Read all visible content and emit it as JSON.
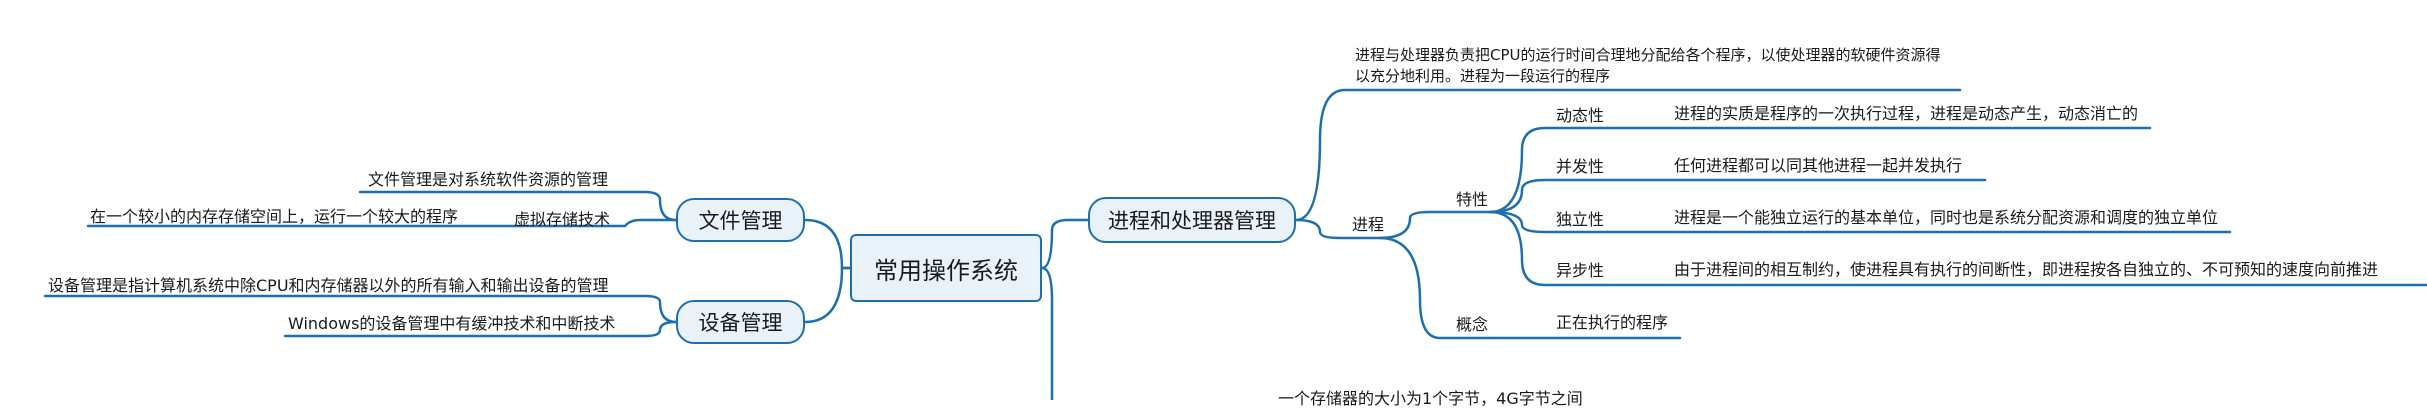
{
  "mindmap": {
    "root": "常用操作系统",
    "left": {
      "file_mgmt": {
        "label": "文件管理",
        "desc": "文件管理是对系统软件资源的管理",
        "vm_label": "虚拟存储技术",
        "vm_desc": "在一个较小的内存存储空间上，运行一个较大的程序"
      },
      "device_mgmt": {
        "label": "设备管理",
        "desc": "设备管理是指计算机系统中除CPU和内存储器以外的所有输入和输出设备的管理",
        "win_desc": "Windows的设备管理中有缓冲技术和中断技术"
      }
    },
    "right": {
      "process_mgmt": {
        "label": "进程和处理器管理",
        "desc": "进程与处理器负责把CPU的运行时间合理地分配给各个程序，以使处理器的软硬件资源得以充分地利用。进程为一段运行的程序",
        "process": {
          "label": "进程",
          "features_label": "特性",
          "features": [
            {
              "name": "动态性",
              "desc": "进程的实质是程序的一次执行过程，进程是动态产生，动态消亡的"
            },
            {
              "name": "并发性",
              "desc": "任何进程都可以同其他进程一起并发执行"
            },
            {
              "name": "独立性",
              "desc": "进程是一个能独立运行的基本单位，同时也是系统分配资源和调度的独立单位"
            },
            {
              "name": "异步性",
              "desc": "由于进程间的相互制约，使进程具有执行的间断性，即进程按各自独立的、不可预知的速度向前推进"
            }
          ],
          "concept_label": "概念",
          "concept_desc": "正在执行的程序"
        }
      },
      "storage_partial": "一个存储器的大小为1个字节，4G字节之间"
    }
  },
  "colors": {
    "link": "#1f6fae",
    "node_fill": "#eaf2f9",
    "text": "#1a1a1a"
  }
}
